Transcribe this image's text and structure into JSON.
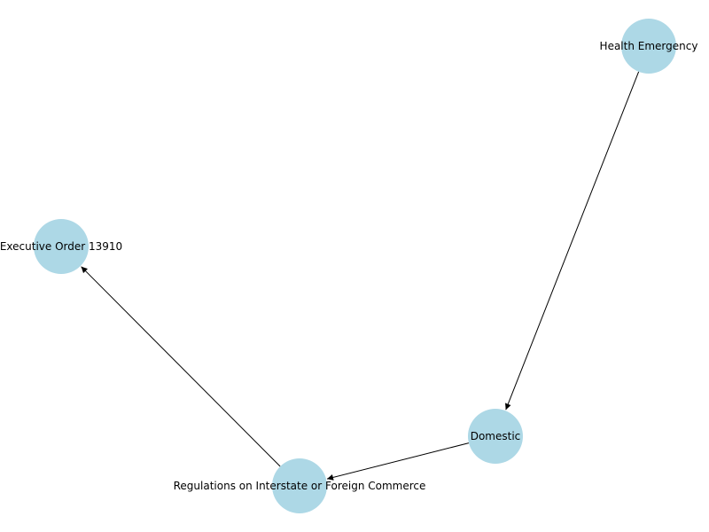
{
  "graph": {
    "node_color": "#add8e6",
    "edge_color": "#000000",
    "nodes": [
      {
        "id": "health",
        "label": "Health Emergency"
      },
      {
        "id": "domestic",
        "label": "Domestic"
      },
      {
        "id": "regulations",
        "label": "Regulations on Interstate or Foreign Commerce"
      },
      {
        "id": "eo",
        "label": "Executive Order 13910"
      }
    ],
    "edges": [
      {
        "from": "health",
        "to": "domestic"
      },
      {
        "from": "domestic",
        "to": "regulations"
      },
      {
        "from": "regulations",
        "to": "eo"
      }
    ]
  }
}
